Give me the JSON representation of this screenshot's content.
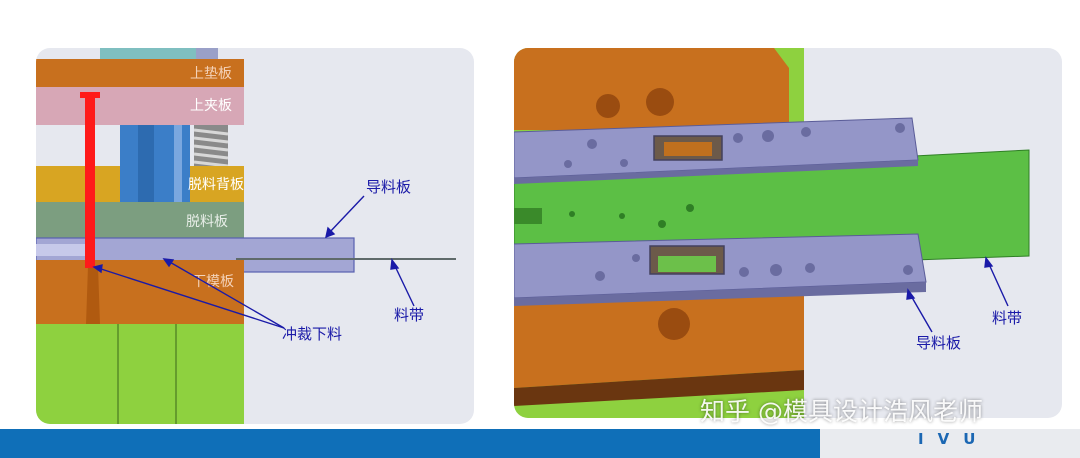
{
  "left_diagram": {
    "labels": {
      "top_pad_plate": "上垫板",
      "top_clamp_plate": "上夹板",
      "stripper_back_plate": "脱料背板",
      "stripper_plate": "脱料板",
      "lower_die_plate": "下模板",
      "guide_plate": "导料板",
      "strip": "料带",
      "punch_blanking": "冲裁下料"
    }
  },
  "right_diagram": {
    "labels": {
      "strip": "料带",
      "guide_plate": "导料板"
    }
  },
  "watermark": "知乎 @模具设计浩风老师",
  "footer": {
    "logo_text": "IVU"
  },
  "colors": {
    "label_blue": "#1a1aa8",
    "orange_plate": "#c8701e",
    "green_base": "#8ed13f",
    "guide_plate_lilac": "#9496c8",
    "footer_blue": "#0f6fb8"
  }
}
